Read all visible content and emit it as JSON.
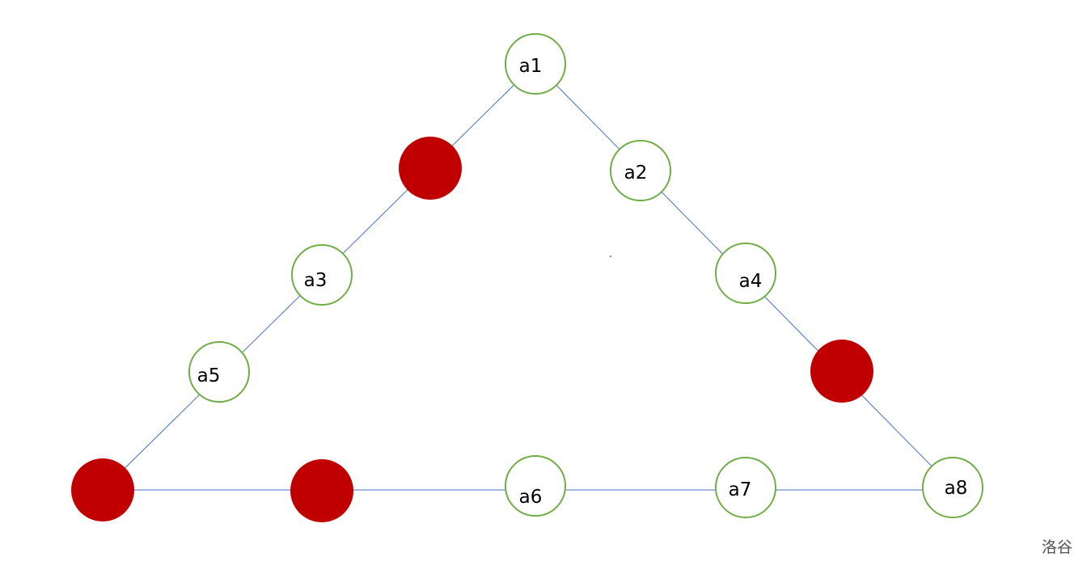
{
  "diagram": {
    "nodes": [
      {
        "id": "a1",
        "label": "a1"
      },
      {
        "id": "a2",
        "label": "a2"
      },
      {
        "id": "a3",
        "label": "a3"
      },
      {
        "id": "a4",
        "label": "a4"
      },
      {
        "id": "a5",
        "label": "a5"
      },
      {
        "id": "a6",
        "label": "a6"
      },
      {
        "id": "a7",
        "label": "a7"
      },
      {
        "id": "a8",
        "label": "a8"
      }
    ],
    "filled_node_color": "#c00000",
    "outline_node_color": "#70ad47",
    "edge_color": "#4472c4"
  },
  "watermark": "洛谷"
}
